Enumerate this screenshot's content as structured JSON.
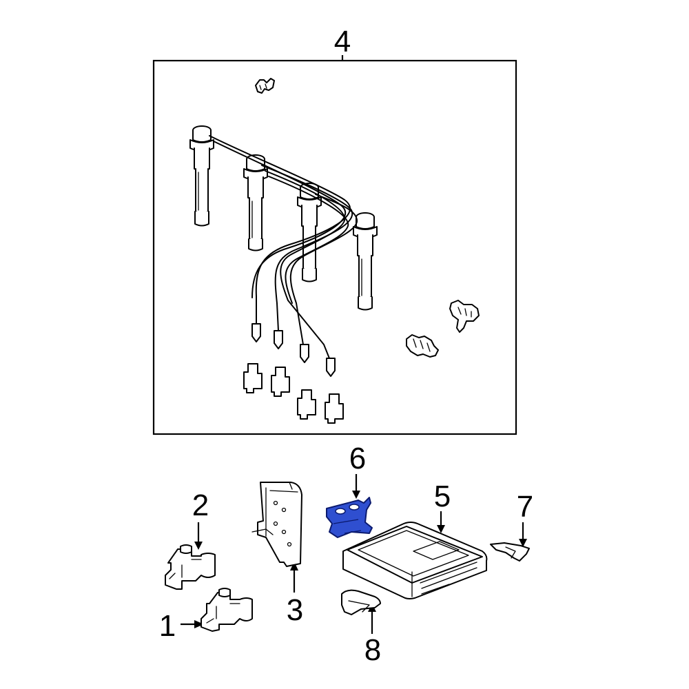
{
  "diagram": {
    "callouts": {
      "c1": "1",
      "c2": "2",
      "c3": "3",
      "c4": "4",
      "c5": "5",
      "c6": "6",
      "c7": "7",
      "c8": "8"
    },
    "colors": {
      "highlight_fill": "#2f4fd0",
      "highlight_stroke": "#0b1a6e",
      "line": "#000000",
      "background": "#ffffff"
    },
    "highlighted_part": "6"
  }
}
